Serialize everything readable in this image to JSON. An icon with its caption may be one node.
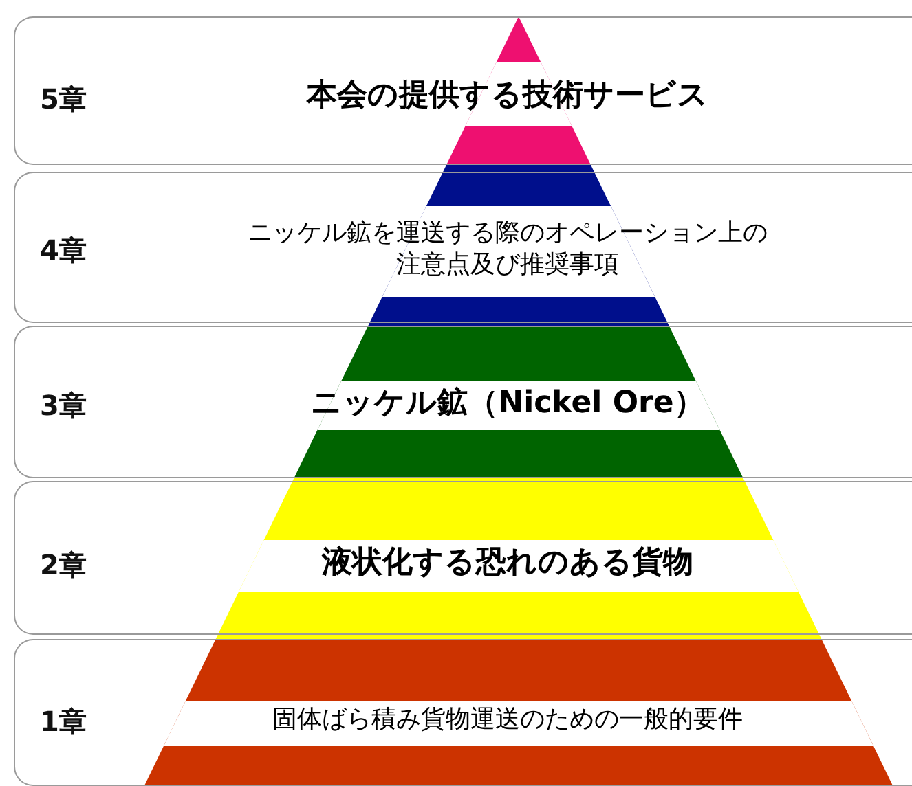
{
  "diagram": {
    "nodes": [
      {
        "text": [
          "5章",
          "本会の提供する技術サービス"
        ]
      },
      {
        "text": [
          "4章",
          "ニッケル鉱を運送する際のオペレーション上の注意点及び推奨事項"
        ]
      },
      {
        "text": [
          "3章",
          "ニッケル鉱（Nickel Ore）"
        ]
      },
      {
        "text": [
          "2章",
          "液状化する恐れのある貨物"
        ]
      },
      {
        "text": [
          "1章",
          "固体ばら積み貨物運送のための一般的要件"
        ]
      }
    ]
  }
}
